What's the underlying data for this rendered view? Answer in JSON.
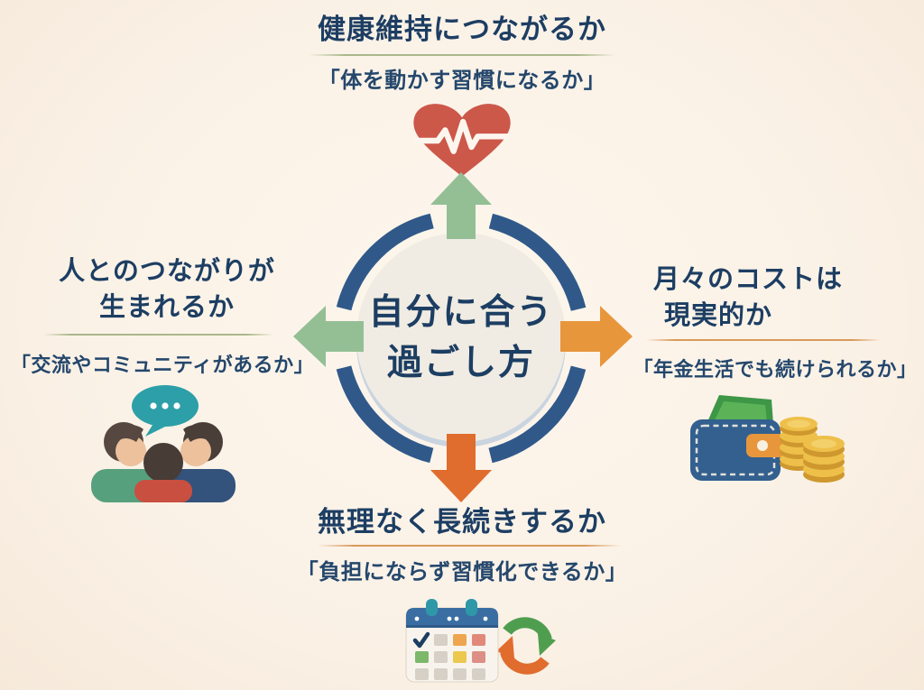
{
  "center": {
    "line1": "自分に合う",
    "line2": "過ごし方"
  },
  "sections": {
    "top": {
      "title": "健康維持につながるか",
      "subtitle": "「体を動かす習慣になるか」",
      "icon": "heart-pulse-icon"
    },
    "left": {
      "title_line1": "人とのつながりが",
      "title_line2": "生まれるか",
      "subtitle": "「交流やコミュニティがあるか」",
      "icon": "people-conversation-icon"
    },
    "right": {
      "title_line1": "月々のコストは",
      "title_line2": "現実的か",
      "subtitle": "「年金生活でも続けられるか」",
      "icon": "wallet-coins-icon"
    },
    "bottom": {
      "title": "無理なく長続きするか",
      "subtitle": "「負担にならず習慣化できるか」",
      "icon": "calendar-refresh-icon"
    }
  },
  "colors": {
    "background": "#fbf2e7",
    "title_navy": "#1d3e63",
    "subtitle_navy": "#24476c",
    "ring_blue": "#30598a",
    "inner_circle": "#f0ece3",
    "inner_shadow": "#c9d4e0",
    "arrow_green": "#94bf95",
    "arrow_orange": "#e8963c",
    "arrow_deep_orange": "#e06c2e",
    "underline_green": "#a9b78b",
    "underline_orange": "#d99a5b",
    "heart_red": "#cc584a",
    "bubble_teal": "#2d9fa8",
    "wallet_blue": "#33608f",
    "coin_gold": "#eec04a",
    "calendar_header_blue": "#3a6ea2"
  }
}
